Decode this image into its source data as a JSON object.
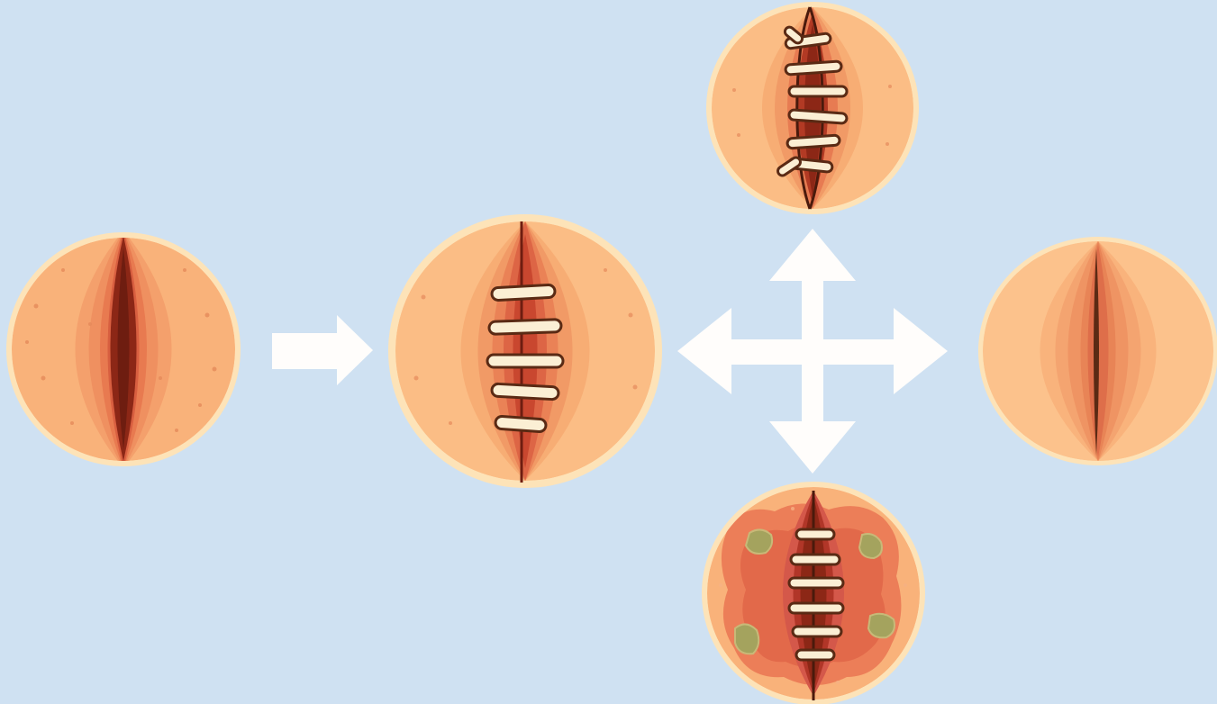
{
  "diagram": {
    "background": "#cfe1f2",
    "arrow_color": "#fffdfb",
    "stages": [
      {
        "id": "open-wound",
        "kind": "open"
      },
      {
        "id": "sutured-wound",
        "kind": "sutured"
      },
      {
        "id": "dehisced-sutures",
        "kind": "loose"
      },
      {
        "id": "healed-wound",
        "kind": "healed"
      },
      {
        "id": "infected-wound",
        "kind": "infected"
      }
    ],
    "flows": [
      {
        "from": "open-wound",
        "to": "sutured-wound"
      },
      {
        "from": "sutured-wound",
        "to": "dehisced-sutures"
      },
      {
        "from": "sutured-wound",
        "to": "healed-wound"
      },
      {
        "from": "sutured-wound",
        "to": "infected-wound"
      },
      {
        "from": "sutured-wound",
        "to": "sutured-wound",
        "direction": "left"
      }
    ],
    "palette": {
      "rim": "#fde3b8",
      "skin_outer": "#f9bd85",
      "skin_mid": "#f4a06c",
      "skin_inner": "#ec8558",
      "flesh": "#dd6545",
      "wound_deep": "#8c2716",
      "wound_dark": "#6e1d10",
      "suture_fill": "#fbefd4",
      "suture_outline": "#5a2a14",
      "infection_patch": "#a4a35e",
      "infected_flesh": "#d4584a"
    }
  }
}
